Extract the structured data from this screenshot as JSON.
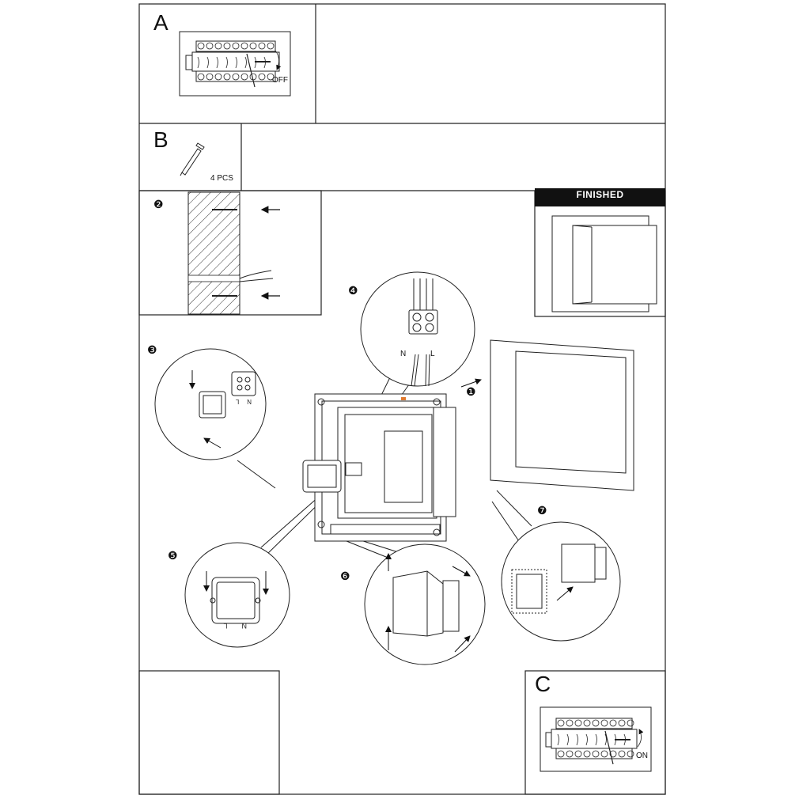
{
  "panels": {
    "a": {
      "letter": "A",
      "switch_state": "OFF"
    },
    "b": {
      "letter": "B",
      "quantity": "4 PCS"
    },
    "c": {
      "letter": "C",
      "switch_state": "ON"
    },
    "finished": {
      "label": "FINISHED"
    }
  },
  "steps": [
    "❷",
    "❸",
    "❹",
    "❶",
    "❺",
    "❻",
    "❼"
  ],
  "wire_labels": {
    "neutral": "N",
    "live": "L"
  },
  "colors": {
    "line": "#1a1a1a",
    "badge": "#111111",
    "accent": "#e07a2f"
  }
}
